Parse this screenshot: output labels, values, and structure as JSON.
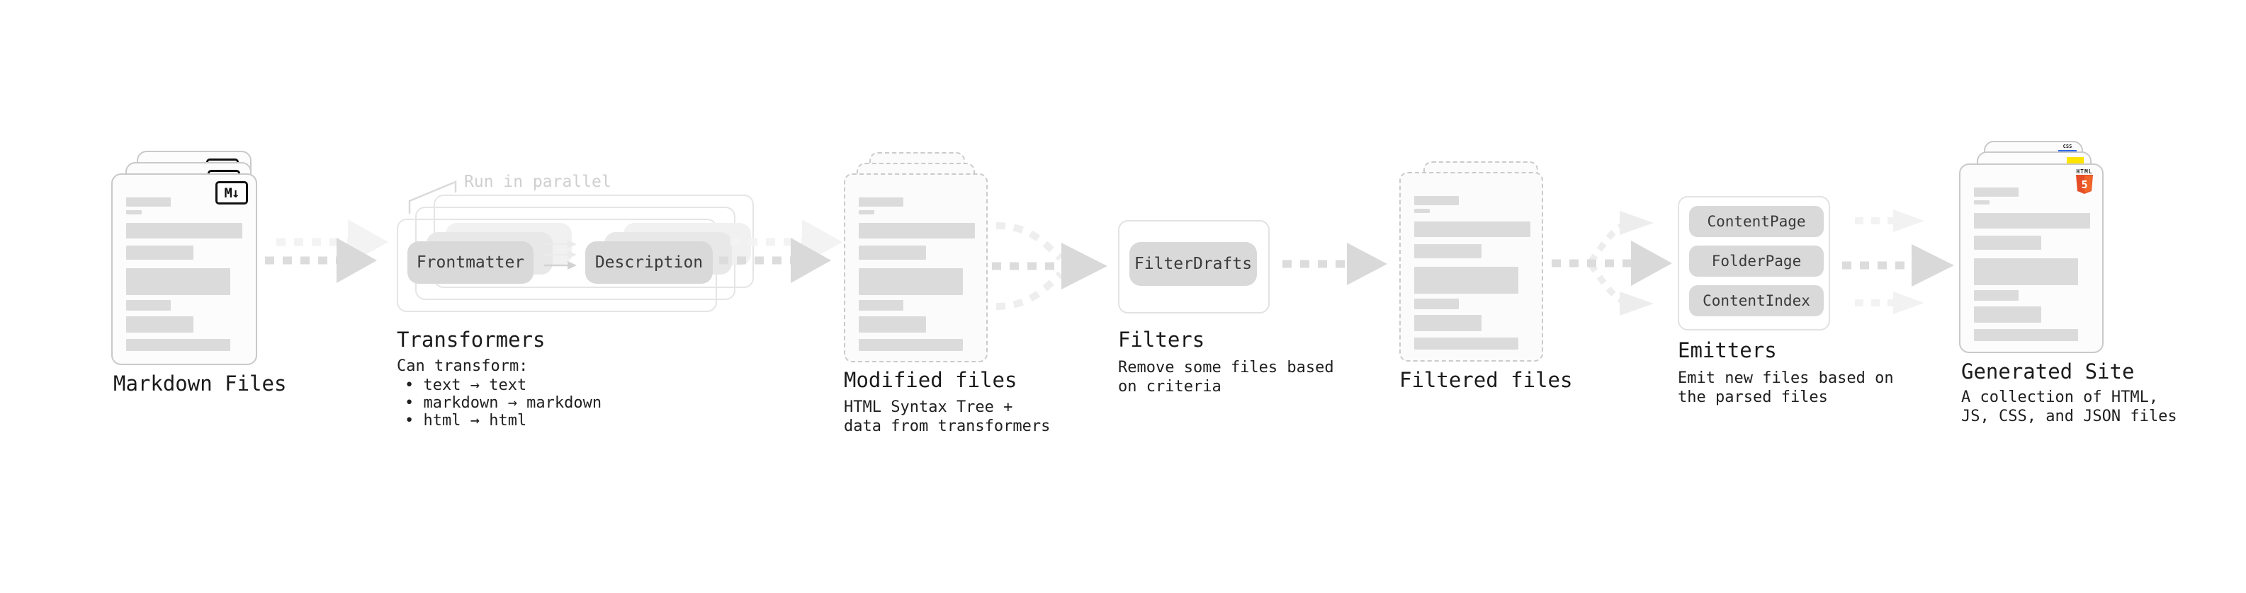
{
  "stages": {
    "markdown": {
      "title": "Markdown Files",
      "badge": "M↓"
    },
    "transformers": {
      "title": "Transformers",
      "annotation": "Run in parallel",
      "pill_left": "Frontmatter",
      "pill_right": "Description",
      "caption": "Can transform:",
      "bullets": [
        "• text → text",
        "• markdown → markdown",
        "• html → html"
      ]
    },
    "modified": {
      "title": "Modified files",
      "subtitle": "HTML Syntax Tree +\ndata from transformers"
    },
    "filters": {
      "title": "Filters",
      "pill": "FilterDrafts",
      "subtitle": "Remove some files based\non criteria"
    },
    "filtered": {
      "title": "Filtered files"
    },
    "emitters": {
      "title": "Emitters",
      "pills": [
        "ContentPage",
        "FolderPage",
        "ContentIndex"
      ],
      "subtitle": "Emit new files based on\nthe parsed files"
    },
    "generated": {
      "title": "Generated Site",
      "subtitle": "A collection of HTML,\nJS, CSS, and JSON files",
      "badge_css": "CSS",
      "badge_html_wordmark": "HTML",
      "badge_html_number": "5"
    }
  },
  "colors": {
    "arrow": "#d9d9d9",
    "arrow_light": "#f0f0f0",
    "skeleton_bar": "#dbdbdb",
    "html5_orange": "#e44d26",
    "js_yellow": "#ffe400",
    "css_blue": "#2b66e8",
    "annotation_gray": "#cfcfcf"
  }
}
